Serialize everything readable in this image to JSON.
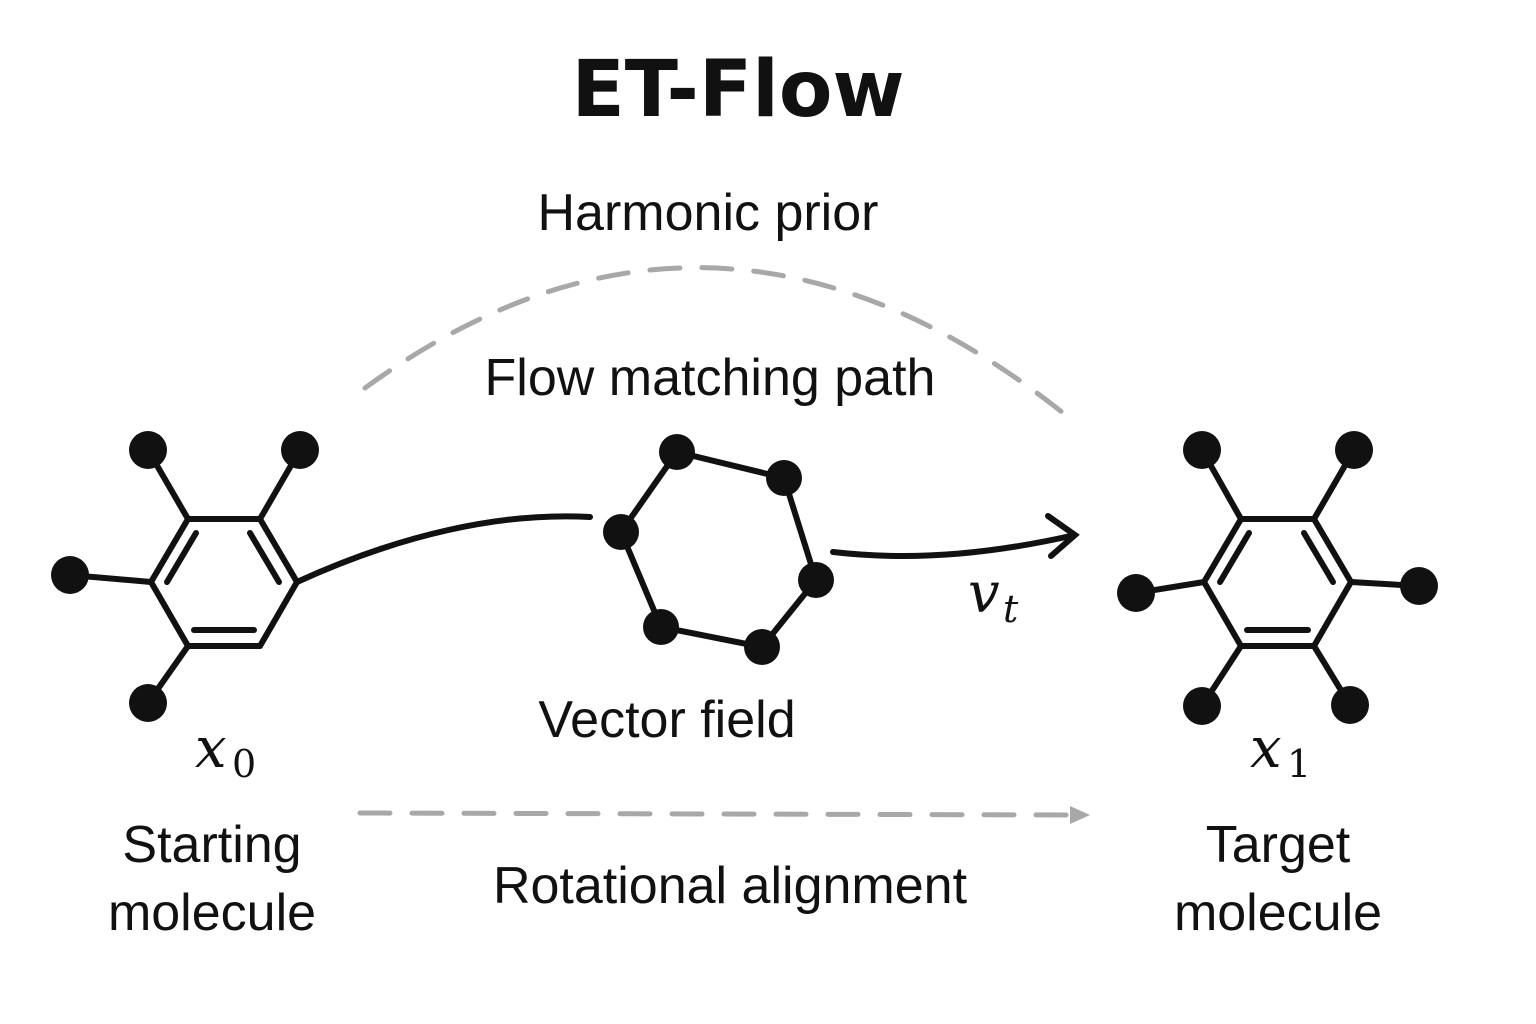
{
  "title": "ET-Flow",
  "labels": {
    "harmonic_prior": "Harmonic prior",
    "flow_matching_path": "Flow matching path",
    "vector_field": "Vector field",
    "rotational_alignment": "Rotational alignment"
  },
  "start": {
    "symbol": "x",
    "subscript": "0",
    "caption_line1": "Starting",
    "caption_line2": "molecule"
  },
  "target": {
    "symbol": "x",
    "subscript": "1",
    "caption_line1": "Target",
    "caption_line2": "molecule"
  },
  "velocity": {
    "symbol": "v",
    "subscript": "t"
  },
  "colors": {
    "ink": "#111111",
    "dashed": "#a8a8a8",
    "background": "#ffffff"
  }
}
